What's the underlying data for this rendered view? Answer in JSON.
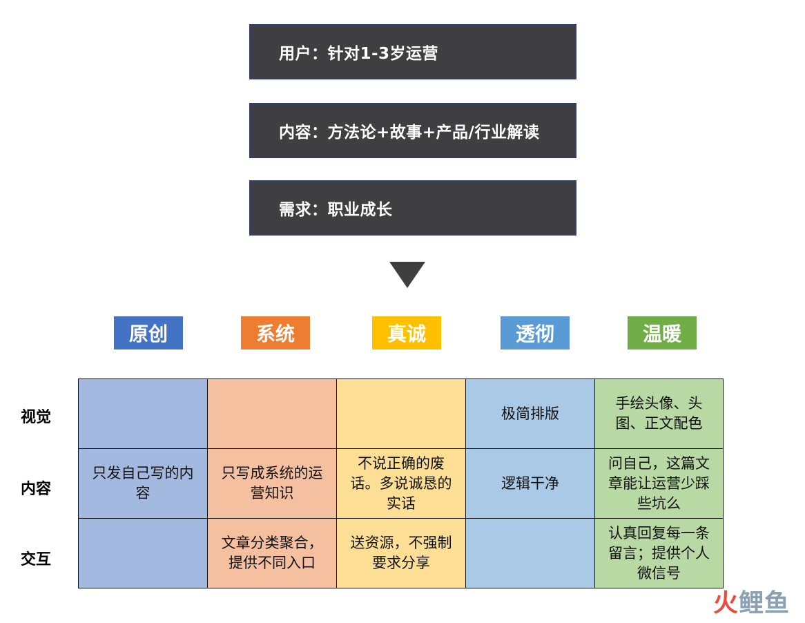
{
  "top_boxes": [
    {
      "text": "用户：针对1-3岁运营"
    },
    {
      "text": "内容：方法论+故事+产品/行业解读"
    },
    {
      "text": "需求：职业成长"
    }
  ],
  "values": [
    {
      "label": "原创",
      "color": "#4472c4"
    },
    {
      "label": "系统",
      "color": "#ed7d31"
    },
    {
      "label": "真诚",
      "color": "#ffc000"
    },
    {
      "label": "透彻",
      "color": "#5b9bd5"
    },
    {
      "label": "温暖",
      "color": "#70ad47"
    }
  ],
  "rows": [
    {
      "label": "视觉",
      "cells": [
        "",
        "",
        "",
        "极简排版",
        "手绘头像、头图、正文配色"
      ]
    },
    {
      "label": "内容",
      "cells": [
        "只发自己写的内容",
        "只写成系统的运营知识",
        "不说正确的废话。多说诚恳的实话",
        "逻辑干净",
        "问自己，这篇文章能让运营少踩些坑么"
      ]
    },
    {
      "label": "交互",
      "cells": [
        "",
        "文章分类聚合，提供不同入口",
        "送资源，不强制要求分享",
        "",
        "认真回复每一条留言；提供个人微信号"
      ]
    }
  ],
  "logo": {
    "part1": "火",
    "part2": "鲤",
    "part3": "鱼"
  }
}
